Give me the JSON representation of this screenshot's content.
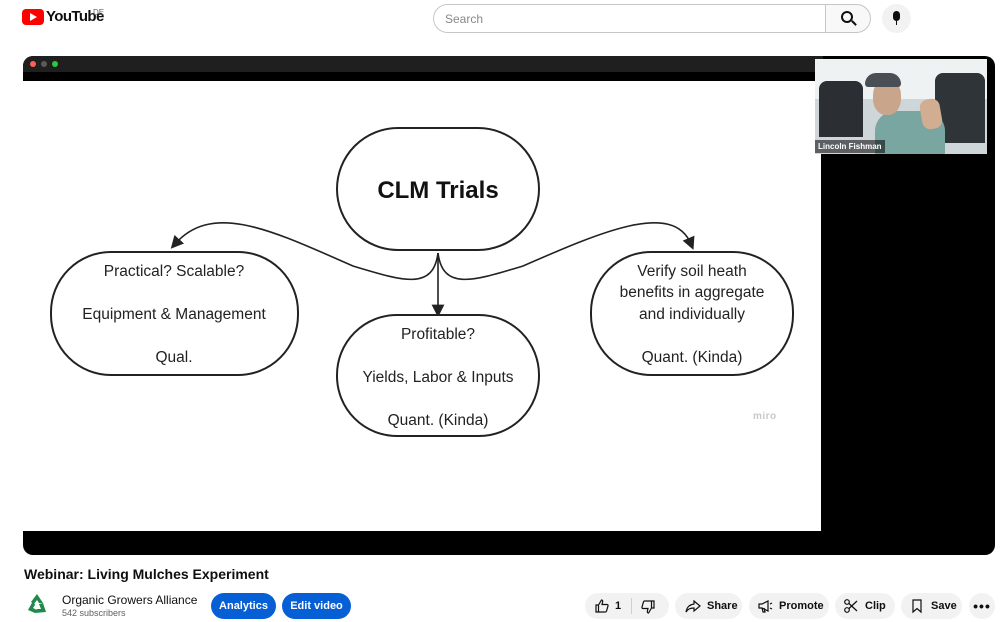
{
  "header": {
    "logo_text": "YouTube",
    "country_code": "DE",
    "search_placeholder": "Search",
    "icons": [
      "menu-icon",
      "search-icon",
      "microphone-icon"
    ]
  },
  "player": {
    "slide": {
      "central_node": "CLM Trials",
      "left_node": {
        "line1": "Practical? Scalable?",
        "line2": "Equipment & Management",
        "line3": "Qual."
      },
      "middle_node": {
        "line1": "Profitable?",
        "line2": "Yields, Labor & Inputs",
        "line3": "Quant. (Kinda)"
      },
      "right_node": {
        "line1": "Verify soil heath",
        "line2": "benefits in aggregate",
        "line3": "and individually",
        "line4": "Quant. (Kinda)"
      },
      "watermark": "miro"
    },
    "webcam_name": "Lincoln Fishman",
    "window_dots": [
      "#ff5f57",
      "#5a5a5a",
      "#28c840"
    ]
  },
  "video": {
    "title": "Webinar: Living Mulches Experiment",
    "channel_name": "Organic Growers Alliance",
    "subscribers": "542 subscribers"
  },
  "actions": {
    "analytics_label": "Analytics",
    "edit_label": "Edit video",
    "like_count": "1",
    "share_label": "Share",
    "promote_label": "Promote",
    "clip_label": "Clip",
    "save_label": "Save",
    "more_label": "•••"
  },
  "colors": {
    "brand_red": "#ff0000",
    "primary_blue": "#065fd4",
    "pill_grey": "#f2f2f2",
    "channel_logo_green": "#1f8a4c"
  }
}
